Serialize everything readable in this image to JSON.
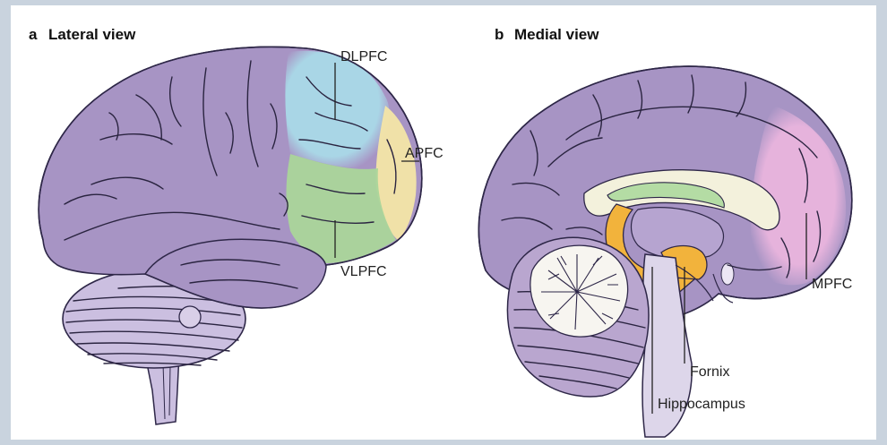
{
  "panel_a": {
    "letter": "a",
    "title": "Lateral view"
  },
  "panel_b": {
    "letter": "b",
    "title": "Medial view"
  },
  "labels": {
    "dlpfc": "DLPFC",
    "apfc": "APFC",
    "vlpfc": "VLPFC",
    "mpfc": "MPFC",
    "fornix": "Fornix",
    "hippocampus": "Hippocampus"
  },
  "colors": {
    "brain": "#a794c4",
    "brain_stroke": "#2e2748",
    "dlpfc": "#a9d6e6",
    "apfc": "#f3e5a6",
    "vlpfc": "#aad59a",
    "mpfc": "#e6b3dc",
    "fornix": "#f2b33c",
    "corpus_callosum": "#f3f1dc",
    "hippocampus_green": "#b4dca4",
    "brainstem": "#ddd6ea",
    "cerebellum": "#b9a6cf"
  }
}
